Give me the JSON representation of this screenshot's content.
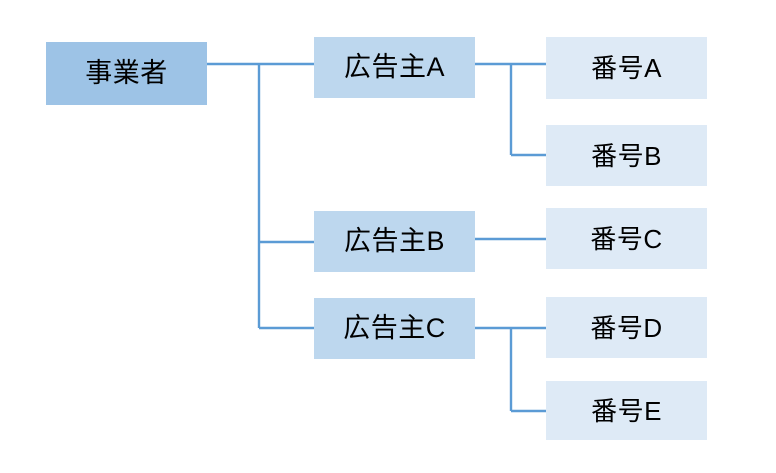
{
  "diagram": {
    "type": "hierarchy-tree",
    "orientation": "left-to-right",
    "background_color": "#FFFFFF",
    "connector_color": "#5B9BD5",
    "levels": [
      {
        "level": 1,
        "fill_color": "#9DC3E6",
        "nodes": [
          {
            "id": "operator",
            "label": "事業者"
          }
        ]
      },
      {
        "level": 2,
        "fill_color": "#BDD7EE",
        "nodes": [
          {
            "id": "advertiser-a",
            "label": "広告主A"
          },
          {
            "id": "advertiser-b",
            "label": "広告主B"
          },
          {
            "id": "advertiser-c",
            "label": "広告主C"
          }
        ]
      },
      {
        "level": 3,
        "fill_color": "#DEEAF6",
        "nodes": [
          {
            "id": "number-a",
            "label": "番号A"
          },
          {
            "id": "number-b",
            "label": "番号B"
          },
          {
            "id": "number-c",
            "label": "番号C"
          },
          {
            "id": "number-d",
            "label": "番号D"
          },
          {
            "id": "number-e",
            "label": "番号E"
          }
        ]
      }
    ],
    "edges": [
      {
        "from": "operator",
        "to": "advertiser-a"
      },
      {
        "from": "operator",
        "to": "advertiser-b"
      },
      {
        "from": "operator",
        "to": "advertiser-c"
      },
      {
        "from": "advertiser-a",
        "to": "number-a"
      },
      {
        "from": "advertiser-a",
        "to": "number-b"
      },
      {
        "from": "advertiser-b",
        "to": "number-c"
      },
      {
        "from": "advertiser-c",
        "to": "number-d"
      },
      {
        "from": "advertiser-c",
        "to": "number-e"
      }
    ]
  }
}
